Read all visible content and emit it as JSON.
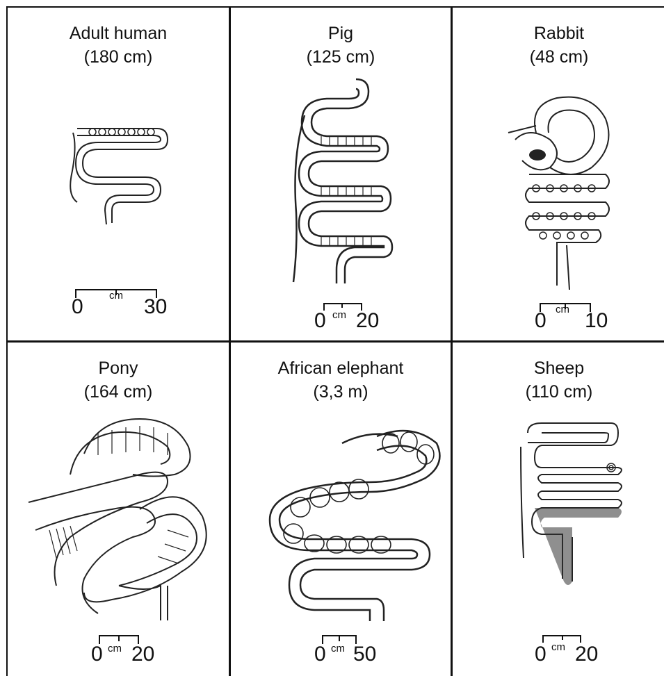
{
  "panels": [
    {
      "name": "Adult human",
      "length": "(180 cm)",
      "scale_start": "0",
      "scale_unit": "cm",
      "scale_end": "30"
    },
    {
      "name": "Pig",
      "length": "(125 cm)",
      "scale_start": "0",
      "scale_unit": "cm",
      "scale_end": "20"
    },
    {
      "name": "Rabbit",
      "length": "(48 cm)",
      "scale_start": "0",
      "scale_unit": "cm",
      "scale_end": "10"
    },
    {
      "name": "Pony",
      "length": "(164 cm)",
      "scale_start": "0",
      "scale_unit": "cm",
      "scale_end": "20"
    },
    {
      "name": "African elephant",
      "length": "(3,3 m)",
      "scale_start": "0",
      "scale_unit": "cm",
      "scale_end": "50"
    },
    {
      "name": "Sheep",
      "length": "(110 cm)",
      "scale_start": "0",
      "scale_unit": "cm",
      "scale_end": "20"
    }
  ]
}
